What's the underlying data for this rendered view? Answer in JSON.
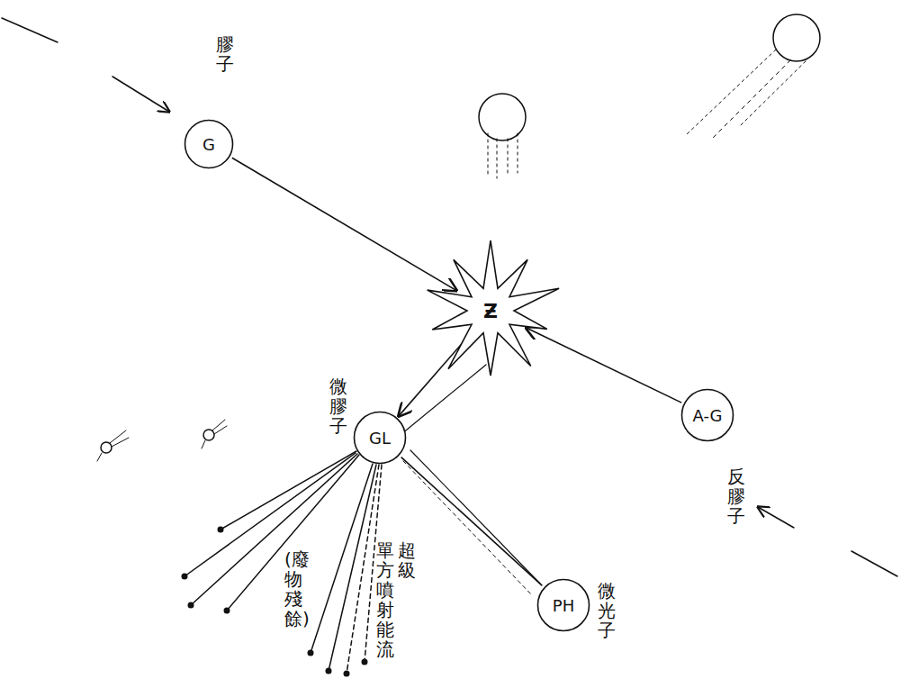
{
  "diagram": {
    "nodes": [
      {
        "text": [
          "G",
          "膠子"
        ]
      },
      {
        "text": [
          "Ƶ"
        ]
      },
      {
        "text": [
          "GL",
          "微膠子"
        ]
      },
      {
        "text": [
          "A-G",
          "反膠子"
        ]
      },
      {
        "text": [
          "PH",
          "微光子"
        ]
      }
    ],
    "edges": [
      {
        "from": 0,
        "to": 1,
        "arrow": "to"
      },
      {
        "from": 3,
        "to": 1,
        "arrow": "to"
      },
      {
        "from": 1,
        "to": 2,
        "arrow": "to"
      },
      {
        "from": 2,
        "to": 4,
        "arrow": "none"
      }
    ],
    "labels": [
      "(廢物殘餘)",
      "超級",
      "單方噴射能流"
    ]
  }
}
